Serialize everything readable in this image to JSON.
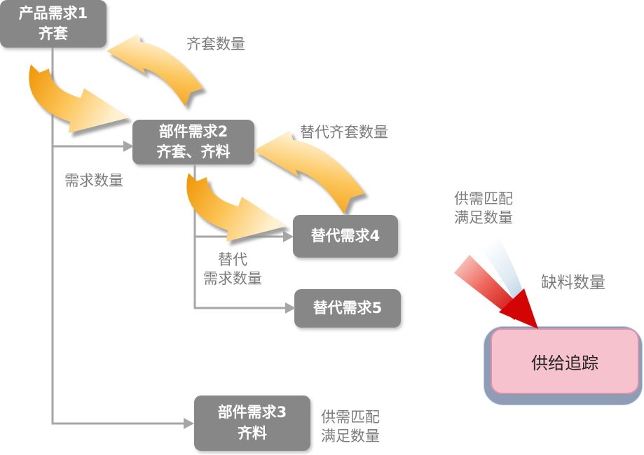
{
  "diagram": {
    "nodes": {
      "product_demand_1": {
        "line1": "产品需求1",
        "line2": "齐套"
      },
      "part_demand_2": {
        "line1": "部件需求2",
        "line2": "齐套、齐料"
      },
      "alt_demand_4": {
        "label": "替代需求4"
      },
      "alt_demand_5": {
        "label": "替代需求5"
      },
      "part_demand_3": {
        "line1": "部件需求3",
        "line2": "齐料"
      },
      "supply_tracking": {
        "label": "供给追踪"
      }
    },
    "edge_labels": {
      "kit_qty": "齐套数量",
      "alt_kit_qty": "替代齐套数量",
      "demand_qty": "需求数量",
      "alt_demand_qty": {
        "line1": "替代",
        "line2": "需求数量"
      },
      "match_fulfill_right": {
        "line1": "供需匹配",
        "line2": "满足数量"
      },
      "shortage_qty": "缺料数量",
      "match_fulfill_bottom": {
        "line1": "供需匹配",
        "line2": "满足数量"
      }
    },
    "colors": {
      "node_fill": "#878787",
      "node_text": "#FFFFFF",
      "label_text": "#7C7C7C",
      "connector": "#A6A6A6",
      "cycle_arrow_orange": "#F5A31B",
      "cycle_arrow_highlight": "#FFF1D2",
      "supply_fill": "#F6C2CE",
      "supply_border": "#DD92AB",
      "supply_shadow": "#8E9DB5",
      "shortage_red": "#D40404",
      "match_streak": "#A9C4DC"
    }
  }
}
